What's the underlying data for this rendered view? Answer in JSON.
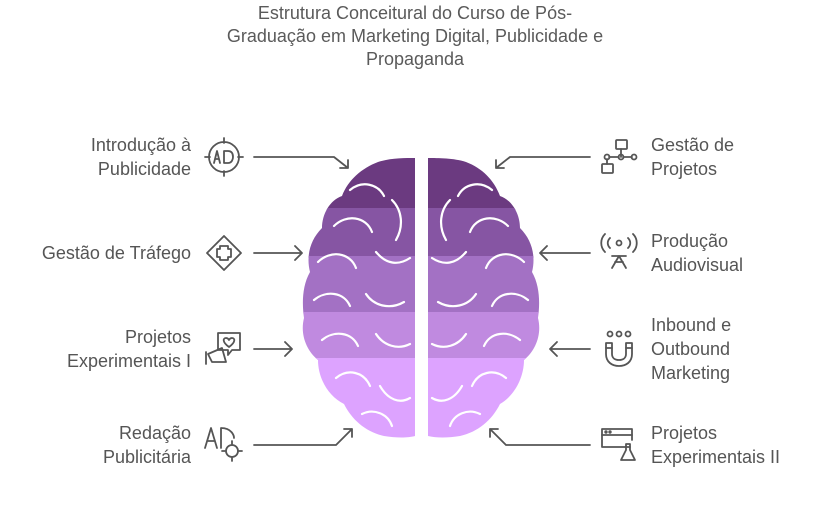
{
  "title": {
    "lines": [
      "Estrutura Conceitural do Curso de Pós-",
      "Graduação em Marketing Digital, Publicidade e",
      "Propaganda"
    ]
  },
  "left_items": [
    {
      "lines": [
        "Introdução à",
        "Publicidade"
      ],
      "icon": "ad-target-icon"
    },
    {
      "lines": [
        "Gestão de Tráfego"
      ],
      "icon": "diamond-plus-icon"
    },
    {
      "lines": [
        "Projetos",
        "Experimentais I"
      ],
      "icon": "megaphone-heart-icon"
    },
    {
      "lines": [
        "Redação",
        "Publicitária"
      ],
      "icon": "ad-crosshair-icon"
    }
  ],
  "right_items": [
    {
      "lines": [
        "Gestão de",
        "Projetos"
      ],
      "icon": "flowchart-icon"
    },
    {
      "lines": [
        "Produção",
        "Audiovisual"
      ],
      "icon": "broadcast-person-icon"
    },
    {
      "lines": [
        "Inbound e",
        "Outbound",
        "Marketing"
      ],
      "icon": "magnet-people-icon"
    },
    {
      "lines": [
        "Projetos",
        "Experimentais II"
      ],
      "icon": "browser-lab-icon"
    }
  ],
  "colors": {
    "band1": "#6b3a80",
    "band2": "#8655a3",
    "band3": "#a371c4",
    "band4": "#c08ae0",
    "band5": "#dda3ff",
    "text": "#555555"
  }
}
